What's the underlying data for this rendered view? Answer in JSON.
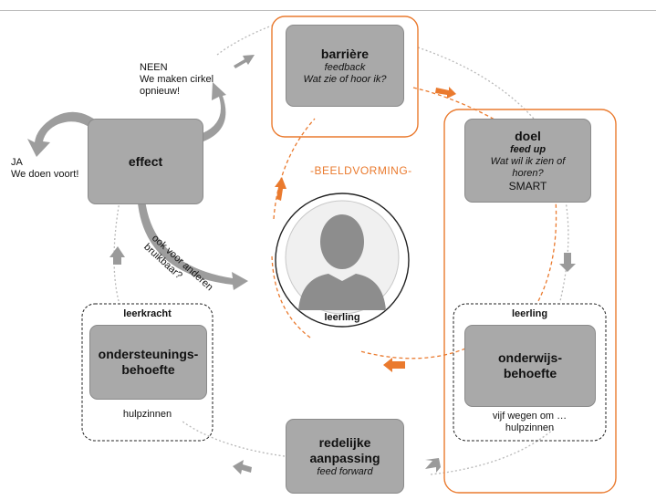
{
  "barriere": {
    "title": "barrière",
    "line1": "feedback",
    "line2": "Wat zie of hoor ik?"
  },
  "doel": {
    "title": "doel",
    "line1": "feed up",
    "line2": "Wat wil ik zien of",
    "line3": "horen?",
    "line4": "SMART"
  },
  "effect": {
    "title": "effect"
  },
  "ondersteuning": {
    "title1": "ondersteunings-",
    "title2": "behoefte",
    "header": "leerkracht",
    "footer": "hulpzinnen"
  },
  "onderwijs": {
    "title1": "onderwijs-",
    "title2": "behoefte",
    "header": "leerling",
    "footer1": "vijf wegen om …",
    "footer2": "hulpzinnen"
  },
  "redelijke": {
    "title1": "redelijke",
    "title2": "aanpassing",
    "line1": "feed forward"
  },
  "neen": {
    "line1": "NEEN",
    "line2": "We maken cirkel",
    "line3": "opnieuw!"
  },
  "ja": {
    "line1": "JA",
    "line2": "We doen voort!"
  },
  "ook": {
    "text": "ook voor anderen bruikbaar?"
  },
  "beeldvorming": "-BEELDVORMING-",
  "leerling_center": "leerling",
  "colors": {
    "orange": "#ea7a2e",
    "box_gray": "#a9a9a9",
    "arrow_gray": "#9a9a9a"
  },
  "icons": [
    "person-silhouette-icon",
    "curved-arrow-icon",
    "arrow-icon"
  ]
}
